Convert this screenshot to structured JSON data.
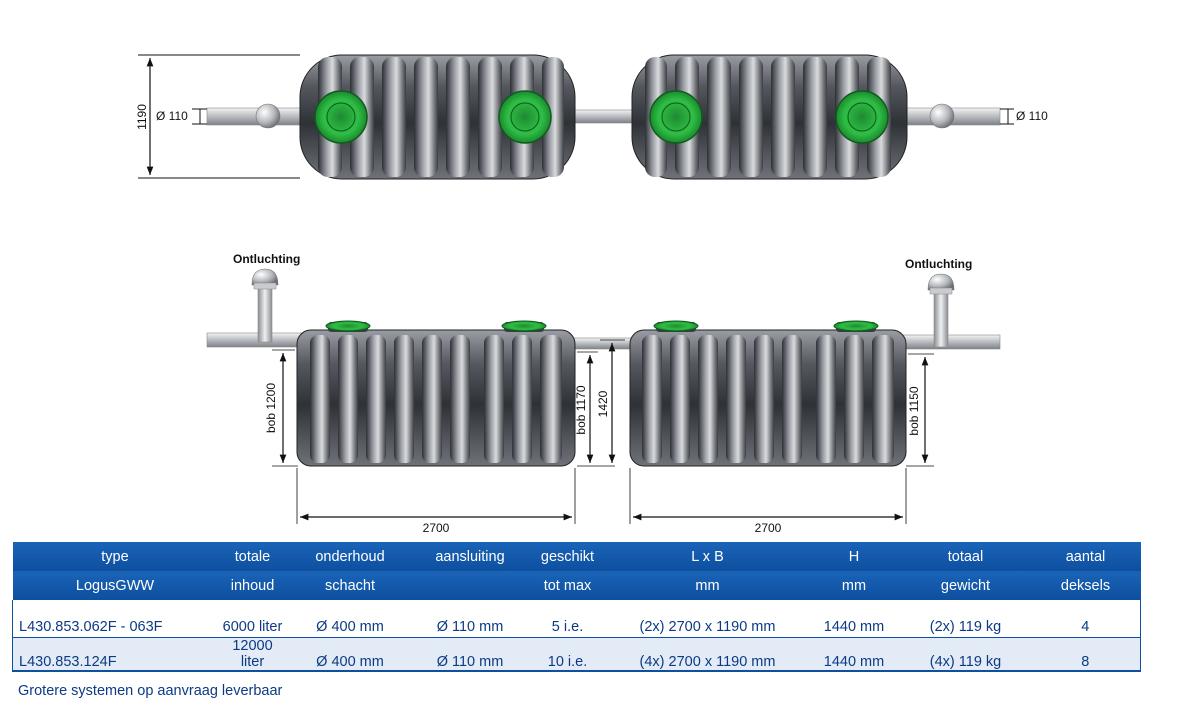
{
  "top_view": {
    "height_dim": "1190",
    "pipe_left": "Ø 110",
    "pipe_right": "Ø 110"
  },
  "side_view": {
    "vent_left": "Ontluchting",
    "vent_right": "Ontluchting",
    "bob_left": "bob 1200",
    "bob_mid": "bob 1170",
    "height_mid": "1420",
    "bob_right": "bob 1150",
    "length_left": "2700",
    "length_right": "2700"
  },
  "table": {
    "headers_row1": [
      "type",
      "totale",
      "onderhoud",
      "aansluiting",
      "geschikt",
      "L x B",
      "H",
      "totaal",
      "aantal"
    ],
    "headers_row2": [
      "LogusGWW",
      "inhoud",
      "schacht",
      "",
      "tot max",
      "mm",
      "mm",
      "gewicht",
      "deksels"
    ],
    "rows": [
      [
        "L430.853.062F - 063F",
        "6000 liter",
        "Ø 400 mm",
        "Ø 110 mm",
        "5 i.e.",
        "(2x) 2700 x 1190 mm",
        "1440 mm",
        "(2x) 119 kg",
        "4"
      ],
      [
        "L430.853.124F",
        "12000 liter",
        "Ø 400 mm",
        "Ø 110 mm",
        "10 i.e.",
        "(4x) 2700 x 1190 mm",
        "1440 mm",
        "(4x) 119 kg",
        "8"
      ]
    ]
  },
  "footnote": "Grotere systemen op aanvraag leverbaar",
  "colors": {
    "header_blue": "#0e4f9f",
    "text_blue": "#0c3a85",
    "tank_dark": "#3a3d42",
    "tank_light": "#b9bcc1",
    "lid_green": "#22a83a"
  }
}
